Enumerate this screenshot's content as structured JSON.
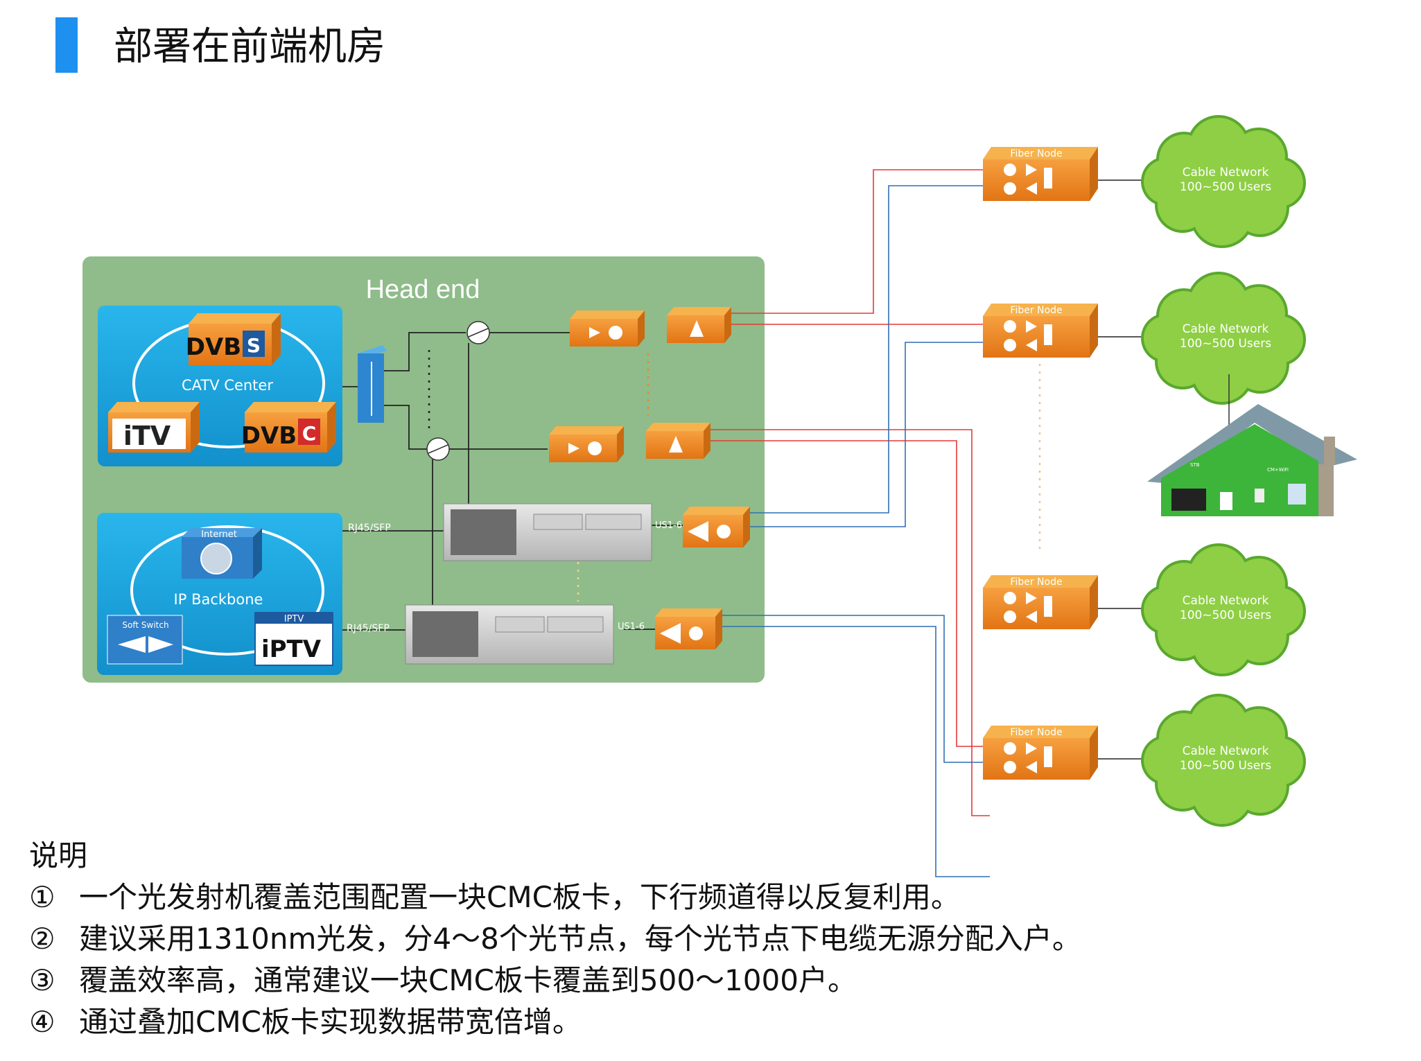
{
  "page": {
    "title": "部署在前端机房"
  },
  "headend": {
    "label": "Head end",
    "catv_center": {
      "label": "CATV Center",
      "logos": [
        "DVB-S",
        "DVB-C",
        "iTV"
      ],
      "logo_texts": {
        "dvbs": "DVB",
        "dvbs_badge": "S",
        "dvbc": "DVB",
        "dvbc_badge": "C",
        "itv": "iTV"
      }
    },
    "ip_backbone": {
      "label": "IP  Backbone",
      "internet_label": "Internet",
      "soft_switch_label": "Soft Switch",
      "iptv_label": "IPTV",
      "iptv_logo": "iPTV"
    },
    "ports": {
      "rj45_top": "RJ45/SFP",
      "rj45_bottom": "RJ45/SFP",
      "us_top": "US1-6",
      "us_bottom": "US1-6"
    }
  },
  "fiber_nodes": [
    {
      "label": "Fiber Node",
      "cloud_line1": "Cable Network",
      "cloud_line2": "100~500 Users"
    },
    {
      "label": "Fiber Node",
      "cloud_line1": "Cable Network",
      "cloud_line2": "100~500 Users"
    },
    {
      "label": "Fiber Node",
      "cloud_line1": "Cable Network",
      "cloud_line2": "100~500 Users"
    },
    {
      "label": "Fiber Node",
      "cloud_line1": "Cable Network",
      "cloud_line2": "100~500 Users"
    }
  ],
  "house": {
    "stb_label": "STB",
    "cm_label": "CM+WiFi"
  },
  "colors": {
    "headend_bg": "#8fbc8a",
    "panel_blue": "#1aa3d9",
    "orange": "#f08a24",
    "cloud_green": "#8ecf45",
    "downstream": "#e53935",
    "upstream": "#2f6fb4",
    "title_accent": "#1e90f0"
  },
  "notes": {
    "heading": "说明",
    "items": [
      {
        "num": "①",
        "text": "一个光发射机覆盖范围配置一块CMC板卡，下行频道得以反复利用。"
      },
      {
        "num": "②",
        "text": "建议采用1310nm光发，分4～8个光节点，每个光节点下电缆无源分配入户。"
      },
      {
        "num": "③",
        "text": "覆盖效率高，通常建议一块CMC板卡覆盖到500～1000户。"
      },
      {
        "num": "④",
        "text": "通过叠加CMC板卡实现数据带宽倍增。"
      }
    ]
  }
}
